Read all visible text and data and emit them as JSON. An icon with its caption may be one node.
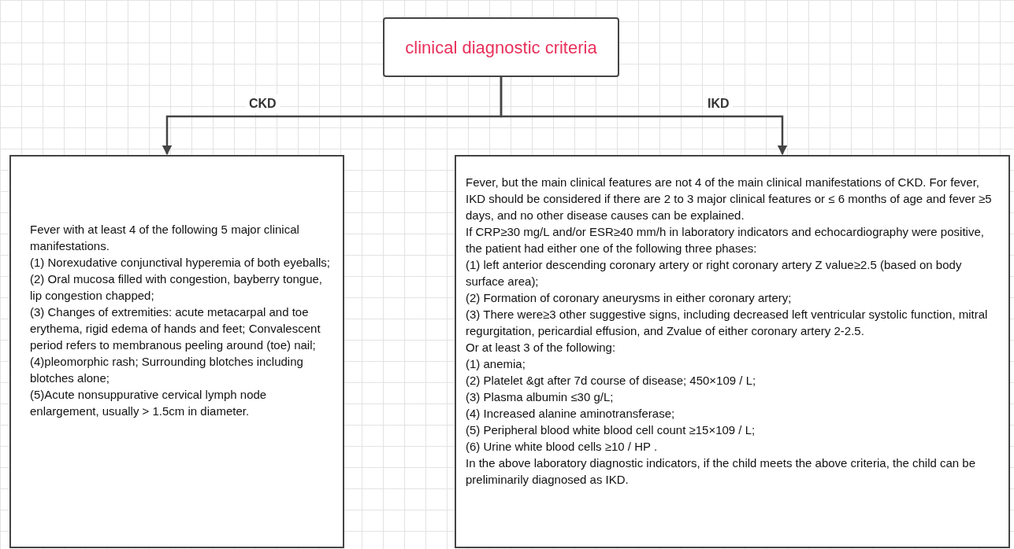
{
  "diagram": {
    "nodes": [
      {
        "text": [
          "clinical diagnostic criteria"
        ]
      },
      {
        "text": [
          "Fever with at least 4 of the following 5 major clinical manifestations.",
          "(1) Norexudative conjunctival hyperemia of both eyeballs;",
          "(2) Oral mucosa filled with congestion, bayberry tongue, lip congestion chapped;",
          "(3) Changes of extremities: acute metacarpal and toe erythema, rigid edema of hands and feet; Convalescent period refers to membranous peeling around (toe) nail;",
          "(4)pleomorphic rash; Surrounding blotches including blotches alone;",
          "(5)Acute nonsuppurative cervical lymph node enlargement, usually > 1.5cm in diameter."
        ]
      },
      {
        "text": [
          "Fever, but the main clinical features are not 4 of the main clinical manifestations of CKD. For fever, IKD should be considered if there are 2 to 3 major clinical features or ≤ 6 months of age and fever ≥5 days, and no other disease causes can be explained.",
          "If CRP≥30 mg/L and/or ESR≥40 mm/h in laboratory indicators and echocardiography were positive, the patient had either one of the following three phases:",
          "(1) left anterior descending coronary artery or right coronary artery Z value≥2.5 (based on body surface area);",
          "(2) Formation of coronary aneurysms in either coronary artery;",
          "(3) There were≥3 other suggestive signs, including decreased left ventricular systolic function, mitral regurgitation, pericardial effusion, and Zvalue of either coronary artery 2-2.5.",
          "Or at least 3 of the following:",
          "(1) anemia;",
          "(2) Platelet &gt after 7d course of disease; 450×109 / L;",
          "(3) Plasma albumin ≤30 g/L;",
          "(4) Increased alanine aminotransferase;",
          "(5) Peripheral blood white blood cell count ≥15×109 / L;",
          "(6) Urine white blood cells ≥10 / HP .",
          "In the above laboratory diagnostic indicators, if the child meets the above criteria, the child can be preliminarily diagnosed as IKD."
        ]
      }
    ],
    "edges": [
      {
        "from": 0,
        "to": 1,
        "arrow": "to",
        "label": "CKD"
      },
      {
        "from": 0,
        "to": 2,
        "arrow": "to",
        "label": "IKD"
      }
    ]
  }
}
